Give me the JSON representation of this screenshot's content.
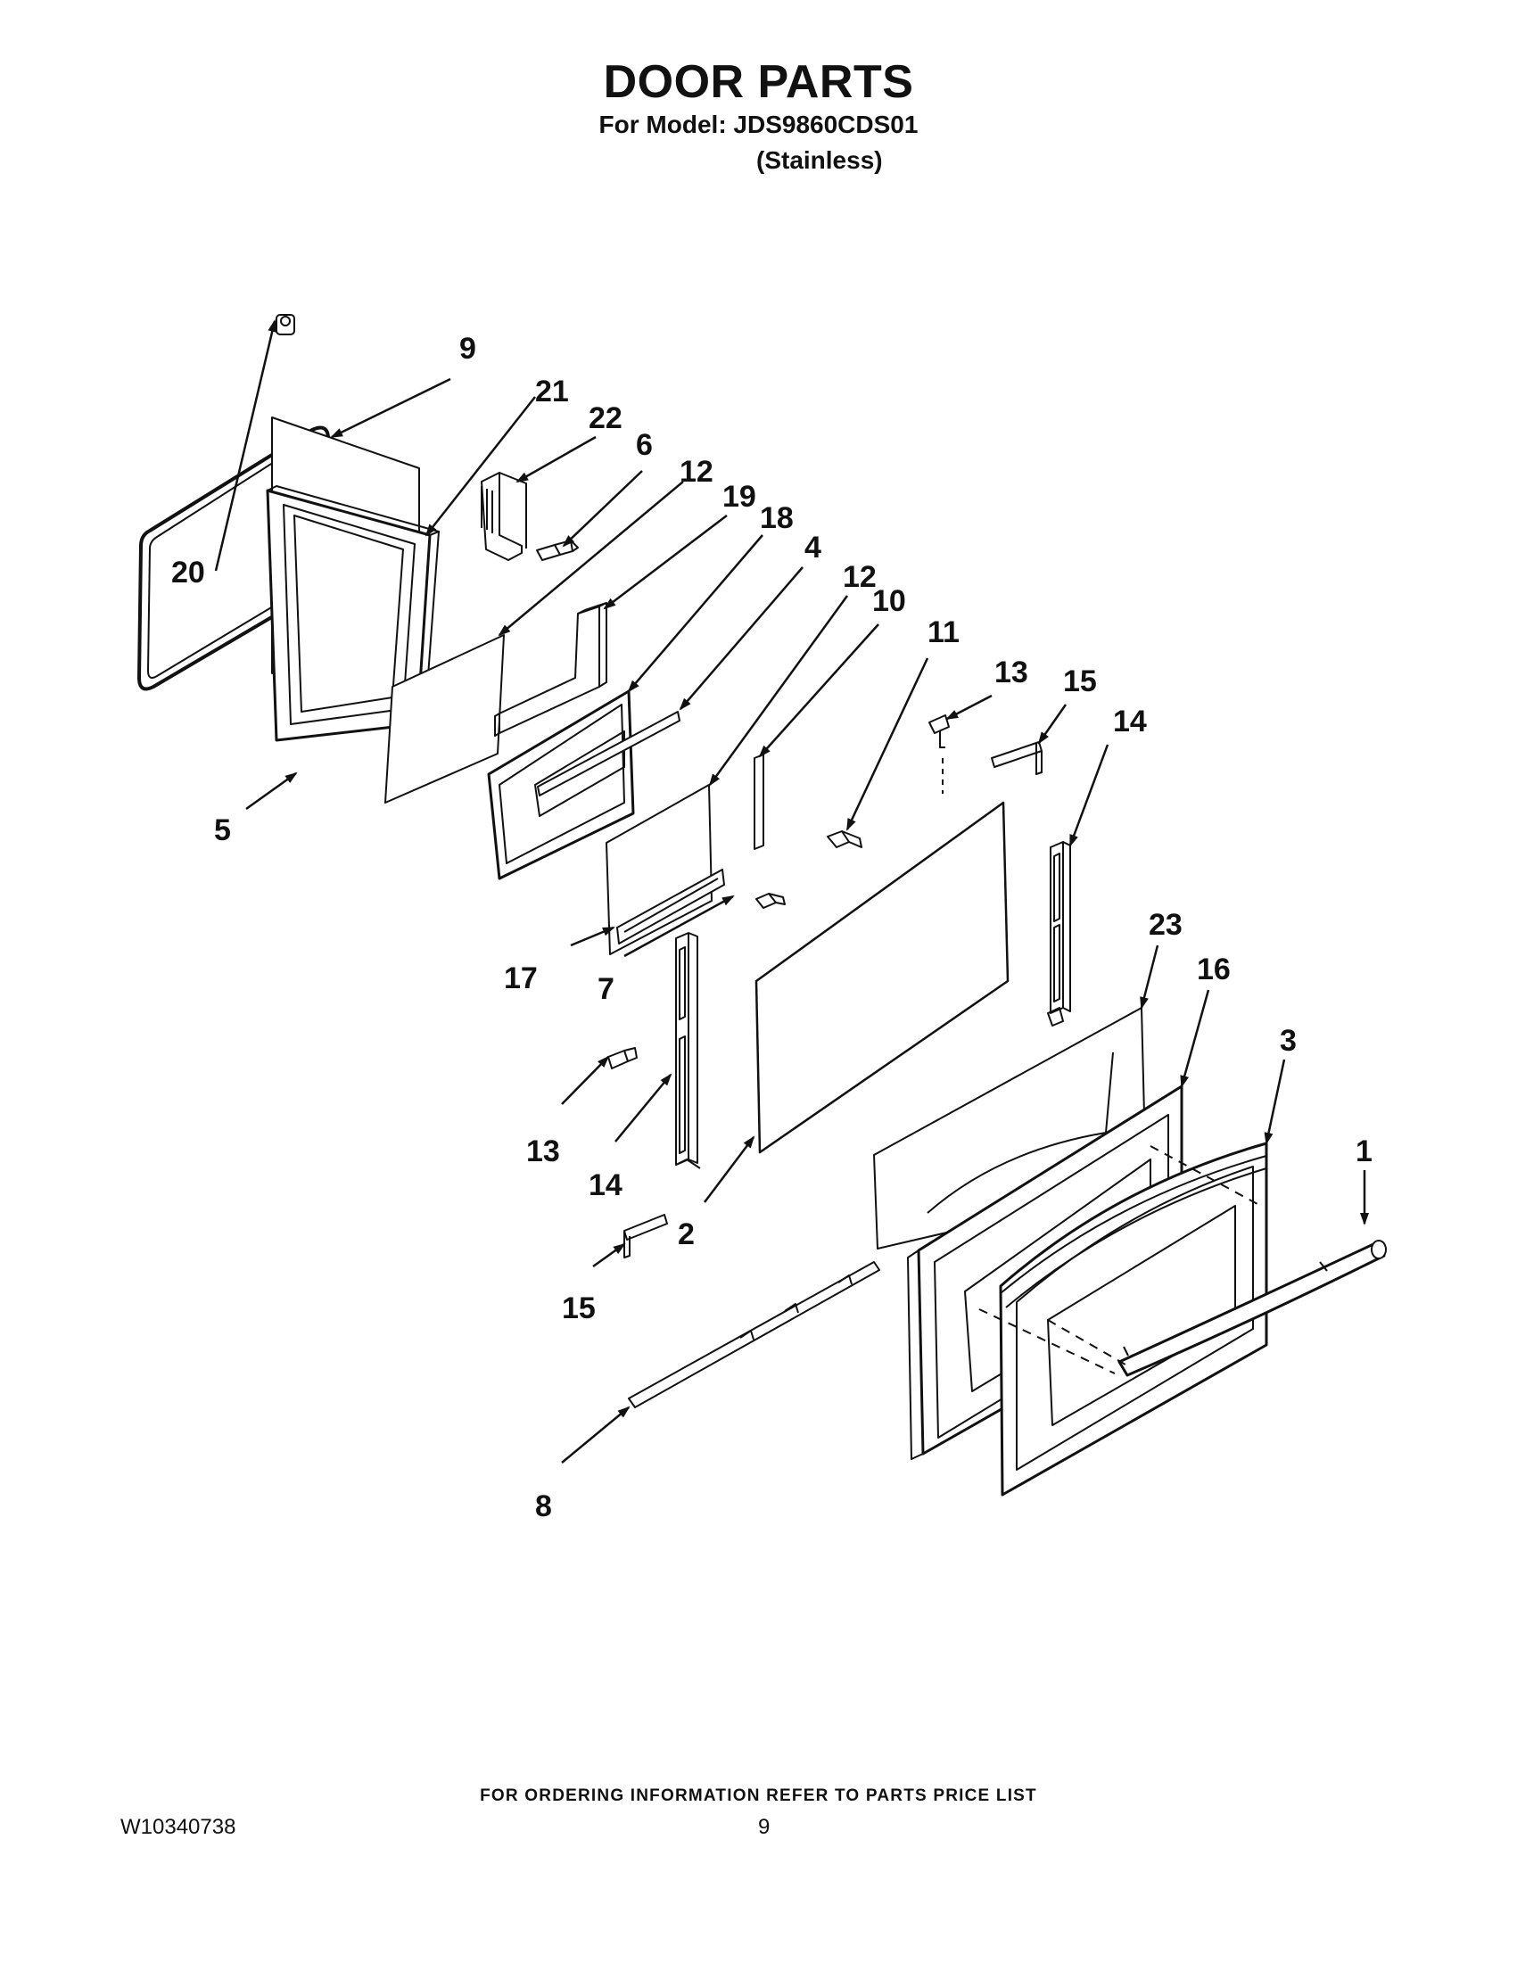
{
  "header": {
    "title": "DOOR PARTS",
    "model_line": "For Model: JDS9860CDS01",
    "finish": "(Stainless)"
  },
  "diagram": {
    "callouts": [
      "9",
      "21",
      "22",
      "6",
      "12",
      "19",
      "18",
      "4",
      "12",
      "10",
      "11",
      "13",
      "15",
      "14",
      "20",
      "5",
      "23",
      "16",
      "3",
      "17",
      "7",
      "13",
      "14",
      "2",
      "1",
      "15",
      "8"
    ]
  },
  "footer": {
    "ordering_note": "FOR ORDERING INFORMATION REFER TO PARTS PRICE LIST",
    "document_number": "W10340738",
    "page_number": "9"
  }
}
